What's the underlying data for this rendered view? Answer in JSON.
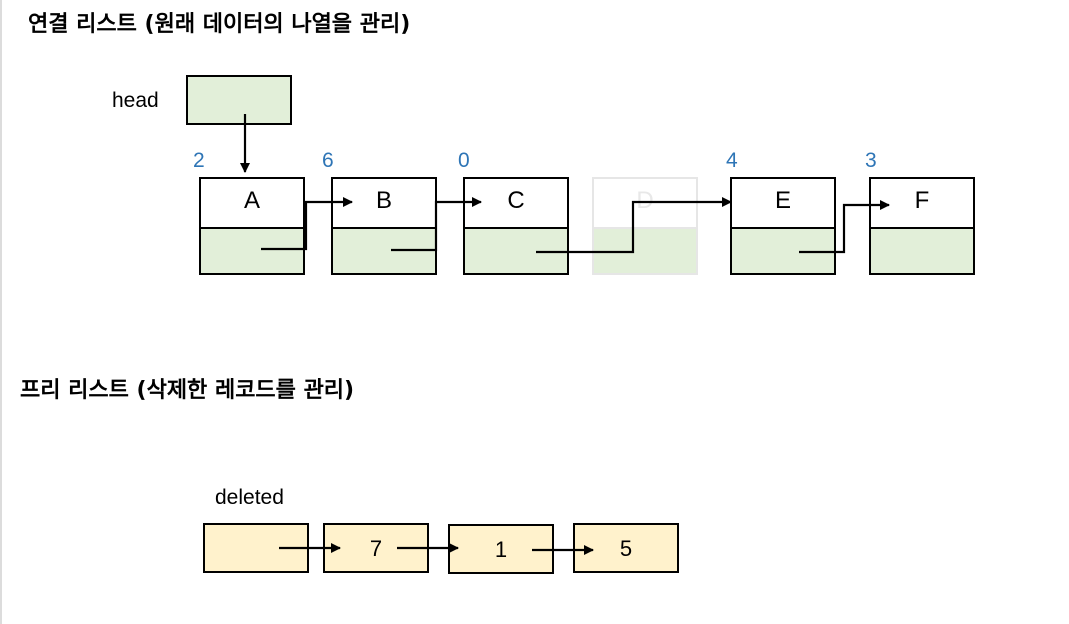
{
  "linked_list": {
    "title": "연결 리스트 (원래 데이터의 나열을 관리)",
    "head_label": "head",
    "nodes": [
      {
        "label": "A",
        "index": "2"
      },
      {
        "label": "B",
        "index": "6"
      },
      {
        "label": "C",
        "index": "0"
      },
      {
        "label": "D",
        "index": "",
        "deleted": true
      },
      {
        "label": "E",
        "index": "4"
      },
      {
        "label": "F",
        "index": "3"
      }
    ]
  },
  "free_list": {
    "title": "프리 리스트 (삭제한 레코드를 관리)",
    "deleted_label": "deleted",
    "records": [
      "7",
      "1",
      "5"
    ]
  },
  "colors": {
    "node_fill": "#e2efd9",
    "free_fill": "#fff2cc",
    "index_text": "#2e75b6"
  }
}
